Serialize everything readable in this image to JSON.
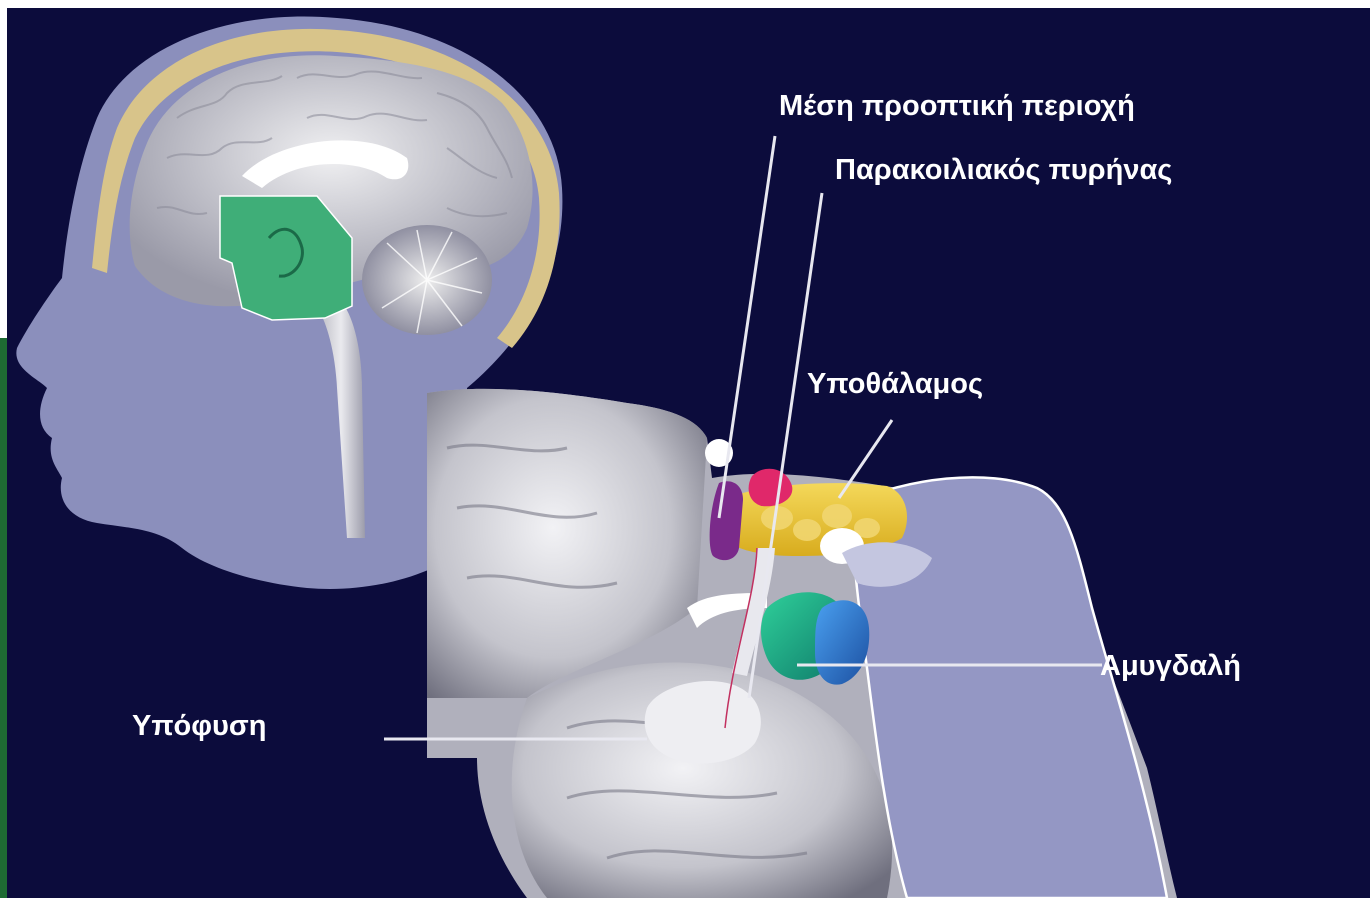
{
  "labels": {
    "medial_preoptic": "Μέση προοπτική περιοχή",
    "paraventricular": "Παρακοιλιακός πυρήνας",
    "hypothalamus": "Υποθάλαμος",
    "amygdala": "Αμυγδαλή",
    "pituitary": "Υπόφυση"
  },
  "colors": {
    "background": "#0c0c3c",
    "head": "#8b8fbc",
    "head_inner": "#9296c4",
    "skull_band": "#d8c48a",
    "brain": "#d6d6da",
    "limbic_highlight": "#3fae78",
    "preoptic": "#7a2a8a",
    "paraventricular": "#e0286a",
    "hypothalamus": "#e6c43a",
    "amygdala_green": "#1f9e78",
    "amygdala_blue": "#2b6fc0",
    "leader_line": "#e8e8f0",
    "side_bar": "#1e6b33"
  }
}
